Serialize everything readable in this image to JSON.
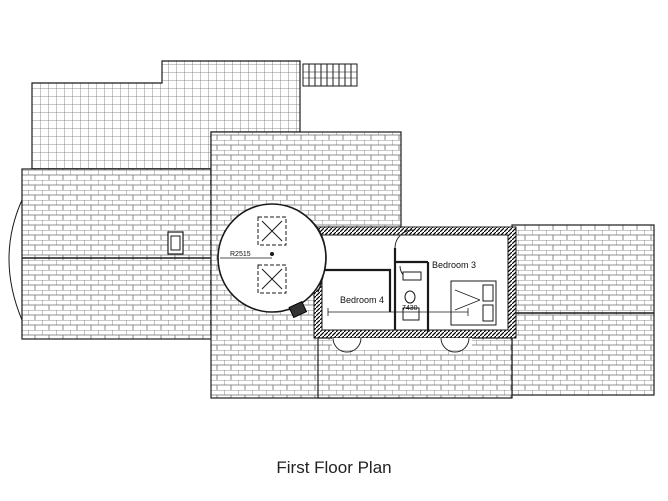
{
  "caption": "First Floor Plan",
  "rooms": {
    "bedroom_3": "Bedroom 3",
    "bedroom_4": "Bedroom 4"
  },
  "dimensions": {
    "radius": "R2515",
    "width": "7430"
  },
  "colors": {
    "line": "#1a1a1a",
    "wall": "#2a2a2a",
    "paper": "#ffffff"
  }
}
